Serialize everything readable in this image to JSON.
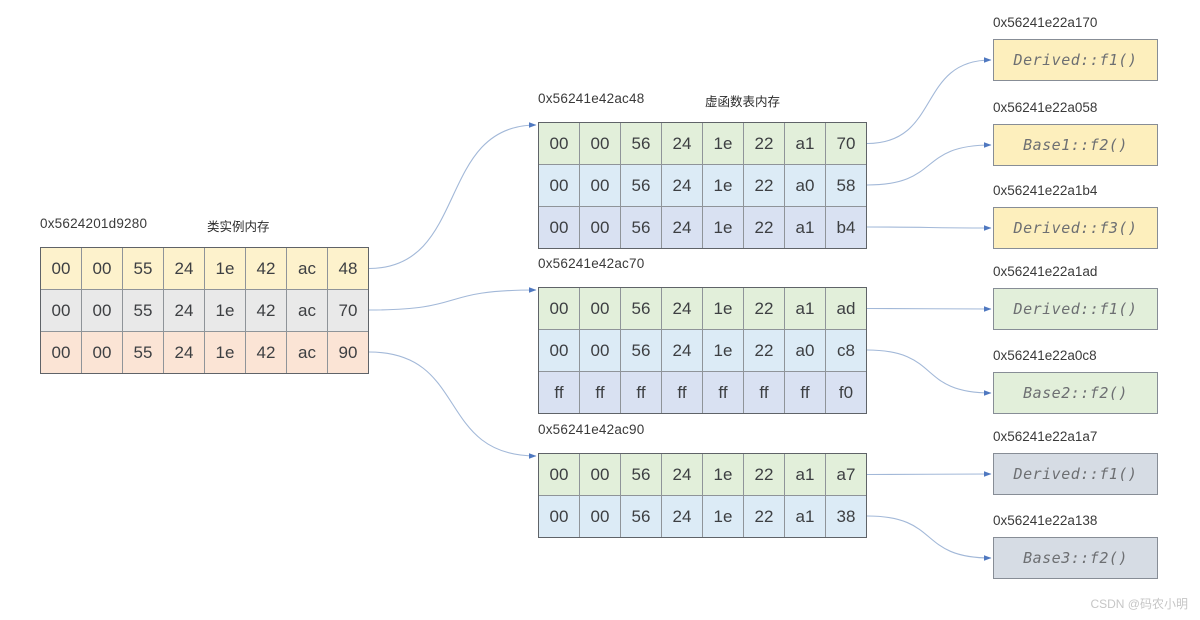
{
  "instance_table": {
    "address": "0x5624201d9280",
    "title": "类实例内存",
    "rows": [
      {
        "color": "yellow",
        "cells": [
          "00",
          "00",
          "55",
          "24",
          "1e",
          "42",
          "ac",
          "48"
        ]
      },
      {
        "color": "gray",
        "cells": [
          "00",
          "00",
          "55",
          "24",
          "1e",
          "42",
          "ac",
          "70"
        ]
      },
      {
        "color": "salmon",
        "cells": [
          "00",
          "00",
          "55",
          "24",
          "1e",
          "42",
          "ac",
          "90"
        ]
      }
    ]
  },
  "vtables": [
    {
      "address": "0x56241e42ac48",
      "title": "虚函数表内存",
      "rows": [
        {
          "color": "green",
          "cells": [
            "00",
            "00",
            "56",
            "24",
            "1e",
            "22",
            "a1",
            "70"
          ]
        },
        {
          "color": "blue",
          "cells": [
            "00",
            "00",
            "56",
            "24",
            "1e",
            "22",
            "a0",
            "58"
          ]
        },
        {
          "color": "lavender",
          "cells": [
            "00",
            "00",
            "56",
            "24",
            "1e",
            "22",
            "a1",
            "b4"
          ]
        }
      ]
    },
    {
      "address": "0x56241e42ac70",
      "title": "",
      "rows": [
        {
          "color": "green",
          "cells": [
            "00",
            "00",
            "56",
            "24",
            "1e",
            "22",
            "a1",
            "ad"
          ]
        },
        {
          "color": "blue",
          "cells": [
            "00",
            "00",
            "56",
            "24",
            "1e",
            "22",
            "a0",
            "c8"
          ]
        },
        {
          "color": "lavender",
          "cells": [
            "ff",
            "ff",
            "ff",
            "ff",
            "ff",
            "ff",
            "ff",
            "f0"
          ]
        }
      ]
    },
    {
      "address": "0x56241e42ac90",
      "title": "",
      "rows": [
        {
          "color": "green",
          "cells": [
            "00",
            "00",
            "56",
            "24",
            "1e",
            "22",
            "a1",
            "a7"
          ]
        },
        {
          "color": "blue",
          "cells": [
            "00",
            "00",
            "56",
            "24",
            "1e",
            "22",
            "a1",
            "38"
          ]
        }
      ]
    }
  ],
  "functions": [
    {
      "address": "0x56241e22a170",
      "label": "Derived::f1()",
      "color": "yellow"
    },
    {
      "address": "0x56241e22a058",
      "label": "Base1::f2()",
      "color": "yellow"
    },
    {
      "address": "0x56241e22a1b4",
      "label": "Derived::f3()",
      "color": "yellow"
    },
    {
      "address": "0x56241e22a1ad",
      "label": "Derived::f1()",
      "color": "green"
    },
    {
      "address": "0x56241e22a0c8",
      "label": "Base2::f2()",
      "color": "green"
    },
    {
      "address": "0x56241e22a1a7",
      "label": "Derived::f1()",
      "color": "gray"
    },
    {
      "address": "0x56241e22a138",
      "label": "Base3::f2()",
      "color": "gray"
    }
  ],
  "connections": [
    {
      "from": "inst-row-0",
      "to": "vt0-table"
    },
    {
      "from": "inst-row-1",
      "to": "vt1-table"
    },
    {
      "from": "inst-row-2",
      "to": "vt2-table"
    },
    {
      "from": "vt0-row-0",
      "to": "fn-0"
    },
    {
      "from": "vt0-row-1",
      "to": "fn-1"
    },
    {
      "from": "vt0-row-2",
      "to": "fn-2"
    },
    {
      "from": "vt1-row-0",
      "to": "fn-3"
    },
    {
      "from": "vt1-row-1",
      "to": "fn-4"
    },
    {
      "from": "vt2-row-0",
      "to": "fn-5"
    },
    {
      "from": "vt2-row-1",
      "to": "fn-6"
    }
  ],
  "watermark": "CSDN @码农小明",
  "colors": {
    "arrow_line": "#a2b8d8",
    "arrow_head": "#4f78c0",
    "row_yellow": "#fdf2cc",
    "row_gray": "#e9e9e9",
    "row_salmon": "#fbe4d5",
    "row_green": "#e2efda",
    "row_blue": "#dcebf6",
    "row_lavender": "#d9e1f2",
    "fn_yellow": "#fdefbd",
    "fn_green": "#e2efda",
    "fn_gray": "#d6dce4"
  }
}
